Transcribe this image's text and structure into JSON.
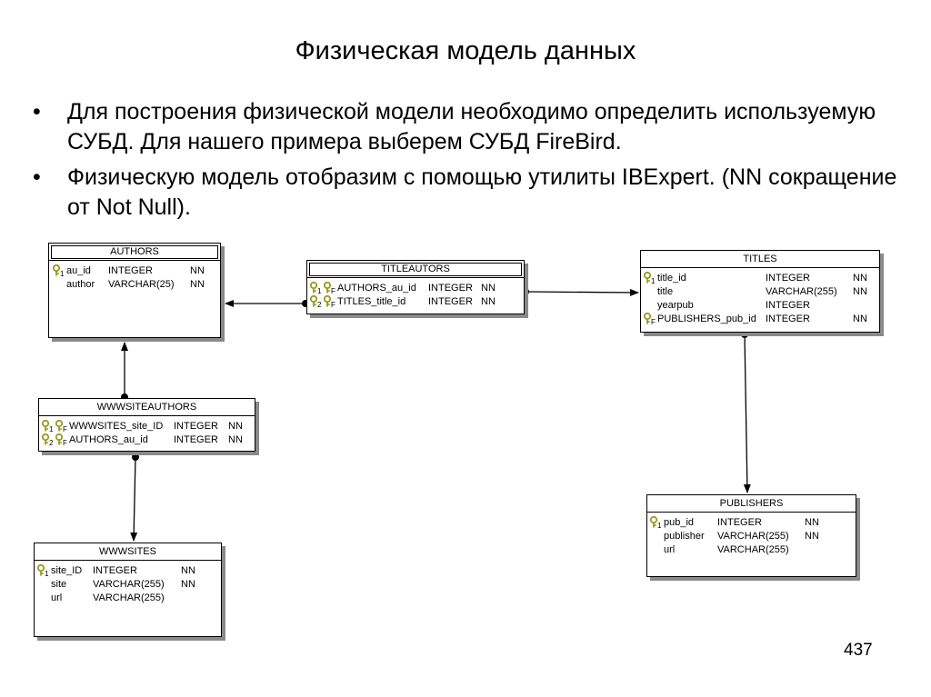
{
  "slide": {
    "title": "Физическая модель данных",
    "page_number": "437"
  },
  "bullets": [
    {
      "marker": "•",
      "text": "Для построения физической модели необходимо определить используемую СУБД. Для нашего примера выберем СУБД FireBird."
    },
    {
      "marker": "•",
      "text": "Физическую модель отобразим с помощью утилиты IBExpert. (NN сокращение от Not Null)."
    }
  ],
  "diagram": {
    "tables": [
      {
        "name": "AUTHORS",
        "columns": [
          {
            "key": "1",
            "fk": "",
            "name": "au_id",
            "type": "INTEGER",
            "nn": "NN"
          },
          {
            "key": "",
            "fk": "",
            "name": "author",
            "type": "VARCHAR(25)",
            "nn": "NN"
          }
        ]
      },
      {
        "name": "TITLEAUTORS",
        "columns": [
          {
            "key": "1",
            "fk": "F",
            "name": "AUTHORS_au_id",
            "type": "INTEGER",
            "nn": "NN"
          },
          {
            "key": "2",
            "fk": "F",
            "name": "TITLES_title_id",
            "type": "INTEGER",
            "nn": "NN"
          }
        ]
      },
      {
        "name": "TITLES",
        "columns": [
          {
            "key": "1",
            "fk": "",
            "name": "title_id",
            "type": "INTEGER",
            "nn": "NN"
          },
          {
            "key": "",
            "fk": "",
            "name": "title",
            "type": "VARCHAR(255)",
            "nn": "NN"
          },
          {
            "key": "",
            "fk": "",
            "name": "yearpub",
            "type": "INTEGER",
            "nn": ""
          },
          {
            "key": "",
            "fk": "F",
            "name": "PUBLISHERS_pub_id",
            "type": "INTEGER",
            "nn": "NN"
          }
        ]
      },
      {
        "name": "WWWSITEAUTHORS",
        "columns": [
          {
            "key": "1",
            "fk": "F",
            "name": "WWWSITES_site_ID",
            "type": "INTEGER",
            "nn": "NN"
          },
          {
            "key": "2",
            "fk": "F",
            "name": "AUTHORS_au_id",
            "type": "INTEGER",
            "nn": "NN"
          }
        ]
      },
      {
        "name": "WWWSITES",
        "columns": [
          {
            "key": "1",
            "fk": "",
            "name": "site_ID",
            "type": "INTEGER",
            "nn": "NN"
          },
          {
            "key": "",
            "fk": "",
            "name": "site",
            "type": "VARCHAR(255)",
            "nn": "NN"
          },
          {
            "key": "",
            "fk": "",
            "name": "url",
            "type": "VARCHAR(255)",
            "nn": ""
          }
        ]
      },
      {
        "name": "PUBLISHERS",
        "columns": [
          {
            "key": "1",
            "fk": "",
            "name": "pub_id",
            "type": "INTEGER",
            "nn": "NN"
          },
          {
            "key": "",
            "fk": "",
            "name": "publisher",
            "type": "VARCHAR(255)",
            "nn": "NN"
          },
          {
            "key": "",
            "fk": "",
            "name": "url",
            "type": "VARCHAR(255)",
            "nn": ""
          }
        ]
      }
    ],
    "relationships": [
      {
        "from": "TITLEAUTORS",
        "to": "AUTHORS"
      },
      {
        "from": "TITLEAUTORS",
        "to": "TITLES"
      },
      {
        "from": "WWWSITEAUTHORS",
        "to": "AUTHORS"
      },
      {
        "from": "WWWSITEAUTHORS",
        "to": "WWWSITES"
      },
      {
        "from": "TITLES",
        "to": "PUBLISHERS"
      }
    ],
    "colors": {
      "key_icon": "#9a9a1e",
      "line": "#000000",
      "shadow": "#8a8a8a"
    }
  }
}
